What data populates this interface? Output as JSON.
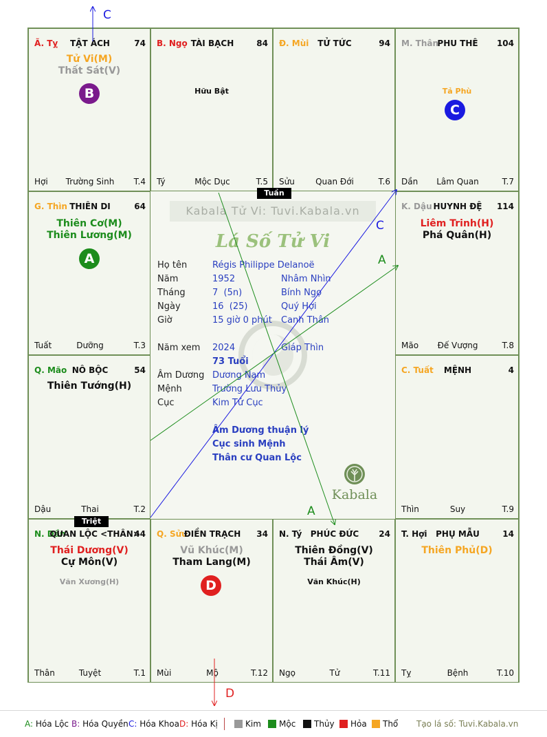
{
  "cells": [
    {
      "id": "ty",
      "branch": "Ã. Tỵ",
      "branch_color": "#e02020",
      "palace": "TẬT ÁCH",
      "age": "74",
      "main": [
        {
          "t": "Tử Vi(M)",
          "c": "#f5a623"
        },
        {
          "t": "Thất Sát(V)",
          "c": "#999999"
        }
      ],
      "minor": [],
      "bottom": {
        "left": "Hợi",
        "mid": "Trường Sinh",
        "right": "T.4"
      }
    },
    {
      "id": "ngo",
      "branch": "B. Ngọ",
      "branch_color": "#e02020",
      "palace": "TÀI BẠCH",
      "age": "84",
      "main": [],
      "minor": [
        {
          "t": "Hữu Bật",
          "c": "#111111"
        }
      ],
      "bottom": {
        "left": "Tý",
        "mid": "Mộc Dục",
        "right": "T.5"
      }
    },
    {
      "id": "mui",
      "branch": "Đ. Mùi",
      "branch_color": "#f5a623",
      "palace": "TỬ TỨC",
      "age": "94",
      "main": [],
      "minor": [],
      "bottom": {
        "left": "Sửu",
        "mid": "Quan Đới",
        "right": "T.6"
      }
    },
    {
      "id": "than",
      "branch": "M. Thân",
      "branch_color": "#999999",
      "palace": "PHU THÊ",
      "age": "104",
      "main": [],
      "minor": [
        {
          "t": "Tả Phù",
          "c": "#f5a623"
        }
      ],
      "bottom": {
        "left": "Dần",
        "mid": "Lâm Quan",
        "right": "T.7"
      }
    },
    {
      "id": "thin",
      "branch": "G. Thìn",
      "branch_color": "#f5a623",
      "palace": "THIÊN DI",
      "age": "64",
      "main": [
        {
          "t": "Thiên Cơ(M)",
          "c": "#1c8c1c"
        },
        {
          "t": "Thiên Lương(M)",
          "c": "#1c8c1c"
        }
      ],
      "minor": [],
      "bottom": {
        "left": "Tuất",
        "mid": "Dưỡng",
        "right": "T.3"
      }
    },
    {
      "id": "dau",
      "branch": "K. Dậu",
      "branch_color": "#999999",
      "palace": "HUYNH ĐỆ",
      "age": "114",
      "main": [
        {
          "t": "Liêm Trinh(H)",
          "c": "#e02020"
        },
        {
          "t": "Phá Quân(H)",
          "c": "#111111"
        }
      ],
      "minor": [],
      "bottom": {
        "left": "Mão",
        "mid": "Đế Vượng",
        "right": "T.8"
      }
    },
    {
      "id": "mao",
      "branch": "Q. Mão",
      "branch_color": "#1c8c1c",
      "palace": "NÔ BỘC",
      "age": "54",
      "main": [
        {
          "t": "Thiên Tướng(H)",
          "c": "#111111"
        }
      ],
      "minor": [],
      "bottom": {
        "left": "Dậu",
        "mid": "Thai",
        "right": "T.2"
      }
    },
    {
      "id": "tuat",
      "branch": "C. Tuất",
      "branch_color": "#f5a623",
      "palace": "MỆNH",
      "age": "4",
      "main": [],
      "minor": [],
      "bottom": {
        "left": "Thìn",
        "mid": "Suy",
        "right": "T.9"
      }
    },
    {
      "id": "dan",
      "branch": "N. Dần",
      "branch_color": "#1c8c1c",
      "palace": "QUAN LỘC <THÂN>",
      "age": "44",
      "main": [
        {
          "t": "Thái Dương(V)",
          "c": "#e02020"
        },
        {
          "t": "Cự Môn(V)",
          "c": "#111111"
        }
      ],
      "minor": [
        {
          "t": "Văn Xương(H)",
          "c": "#999999"
        }
      ],
      "bottom": {
        "left": "Thân",
        "mid": "Tuyệt",
        "right": "T.1"
      }
    },
    {
      "id": "suu",
      "branch": "Q. Sửu",
      "branch_color": "#f5a623",
      "palace": "ĐIỀN TRẠCH",
      "age": "34",
      "main": [
        {
          "t": "Vũ Khúc(M)",
          "c": "#999999"
        },
        {
          "t": "Tham Lang(M)",
          "c": "#111111"
        }
      ],
      "minor": [],
      "bottom": {
        "left": "Mùi",
        "mid": "Mộ",
        "right": "T.12"
      }
    },
    {
      "id": "tyy",
      "branch": "N. Tý",
      "branch_color": "#111111",
      "palace": "PHÚC ĐỨC",
      "age": "24",
      "main": [
        {
          "t": "Thiên Đồng(V)",
          "c": "#111111"
        },
        {
          "t": "Thái Âm(V)",
          "c": "#111111"
        }
      ],
      "minor": [
        {
          "t": "Văn Khúc(H)",
          "c": "#111111"
        }
      ],
      "bottom": {
        "left": "Ngọ",
        "mid": "Tử",
        "right": "T.11"
      }
    },
    {
      "id": "hoi",
      "branch": "T. Hợi",
      "branch_color": "#111111",
      "palace": "PHỤ MẪU",
      "age": "14",
      "main": [
        {
          "t": "Thiên Phủ(D)",
          "c": "#f5a623"
        }
      ],
      "minor": [],
      "bottom": {
        "left": "Tỵ",
        "mid": "Bệnh",
        "right": "T.10"
      }
    }
  ],
  "badges": {
    "A": {
      "letter": "A",
      "color": "#1c8c1c"
    },
    "B": {
      "letter": "B",
      "color": "#7a1a8c"
    },
    "C": {
      "letter": "C",
      "color": "#1a1ae0"
    },
    "D": {
      "letter": "D",
      "color": "#e02020"
    }
  },
  "tags": {
    "tuan": "Tuần",
    "triet": "Triệt"
  },
  "arrow_labels": {
    "c_top": "C",
    "c_mid": "C",
    "a_mid": "A",
    "a_bottom": "A",
    "d_bottom": "D"
  },
  "center": {
    "brand": "Kabala Tử Vi: Tuvi.Kabala.vn",
    "script_title": "Lá Số Tử Vi",
    "kabala_logo": "Kabala",
    "rows": [
      {
        "label": "Họ tên",
        "v1": "Régis Philippe Delanoë",
        "v2": ""
      },
      {
        "label": "Năm",
        "v1": "1952",
        "v2": "Nhâm Nhìn"
      },
      {
        "label": "Tháng",
        "v1": "7  (5n)",
        "v2": "Bính Ngọ"
      },
      {
        "label": "Ngày",
        "v1": "16  (25)",
        "v2": "Quý Hợi"
      },
      {
        "label": "Giờ",
        "v1": "15 giờ 0 phút",
        "v2": "Canh Thân"
      }
    ],
    "year_row": {
      "label": "Năm xem",
      "v1": "2024",
      "v2": "Giáp Thìn"
    },
    "age": "73 Tuổi",
    "rows2": [
      {
        "label": "Âm Dương",
        "v1": "Dương Nam"
      },
      {
        "label": "Mệnh",
        "v1": "Trường Lưu Thủy"
      },
      {
        "label": "Cục",
        "v1": "Kim Tứ Cục"
      }
    ],
    "notes": [
      "Âm Dương thuận lý",
      "Cục sinh Mệnh",
      "Thân cư Quan Lộc"
    ]
  },
  "legend": {
    "items": [
      {
        "key": "A:",
        "text": "Hóa Lộc",
        "color": "#1c8c1c"
      },
      {
        "key": "B:",
        "text": "Hóa Quyền",
        "color": "#7a1a8c"
      },
      {
        "key": "C:",
        "text": "Hóa Khoa",
        "color": "#1a1ae0"
      },
      {
        "key": "D:",
        "text": "Hóa Kị",
        "color": "#e02020"
      }
    ],
    "elements": [
      {
        "name": "Kim",
        "color": "#999999"
      },
      {
        "name": "Mộc",
        "color": "#1c8c1c"
      },
      {
        "name": "Thủy",
        "color": "#111111"
      },
      {
        "name": "Hỏa",
        "color": "#e02020"
      },
      {
        "name": "Thổ",
        "color": "#f5a623"
      }
    ],
    "site": "Tạo lá số: Tuvi.Kabala.vn"
  }
}
